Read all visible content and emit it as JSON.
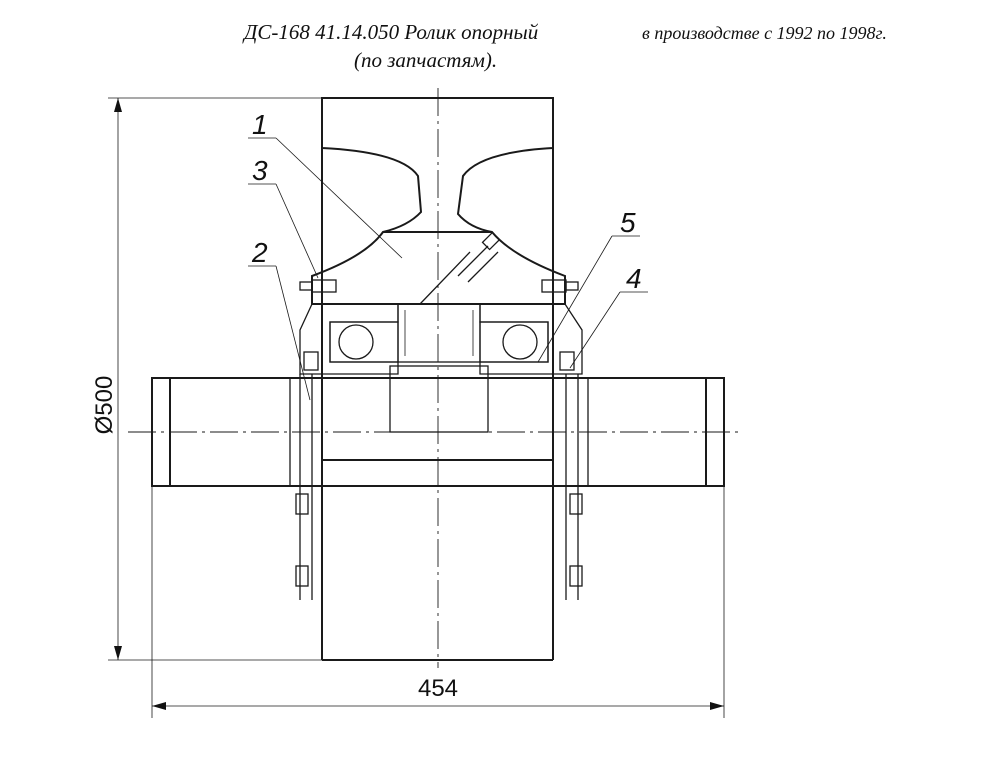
{
  "title": {
    "main": "ДС-168 41.14.050 Ролик опорный",
    "note": "в производстве с 1992  по 1998г.",
    "sub": "(по запчастям)."
  },
  "drawing": {
    "callouts": [
      "1",
      "2",
      "3",
      "4",
      "5"
    ],
    "dim_height": "Ø500",
    "dim_width": "454"
  }
}
